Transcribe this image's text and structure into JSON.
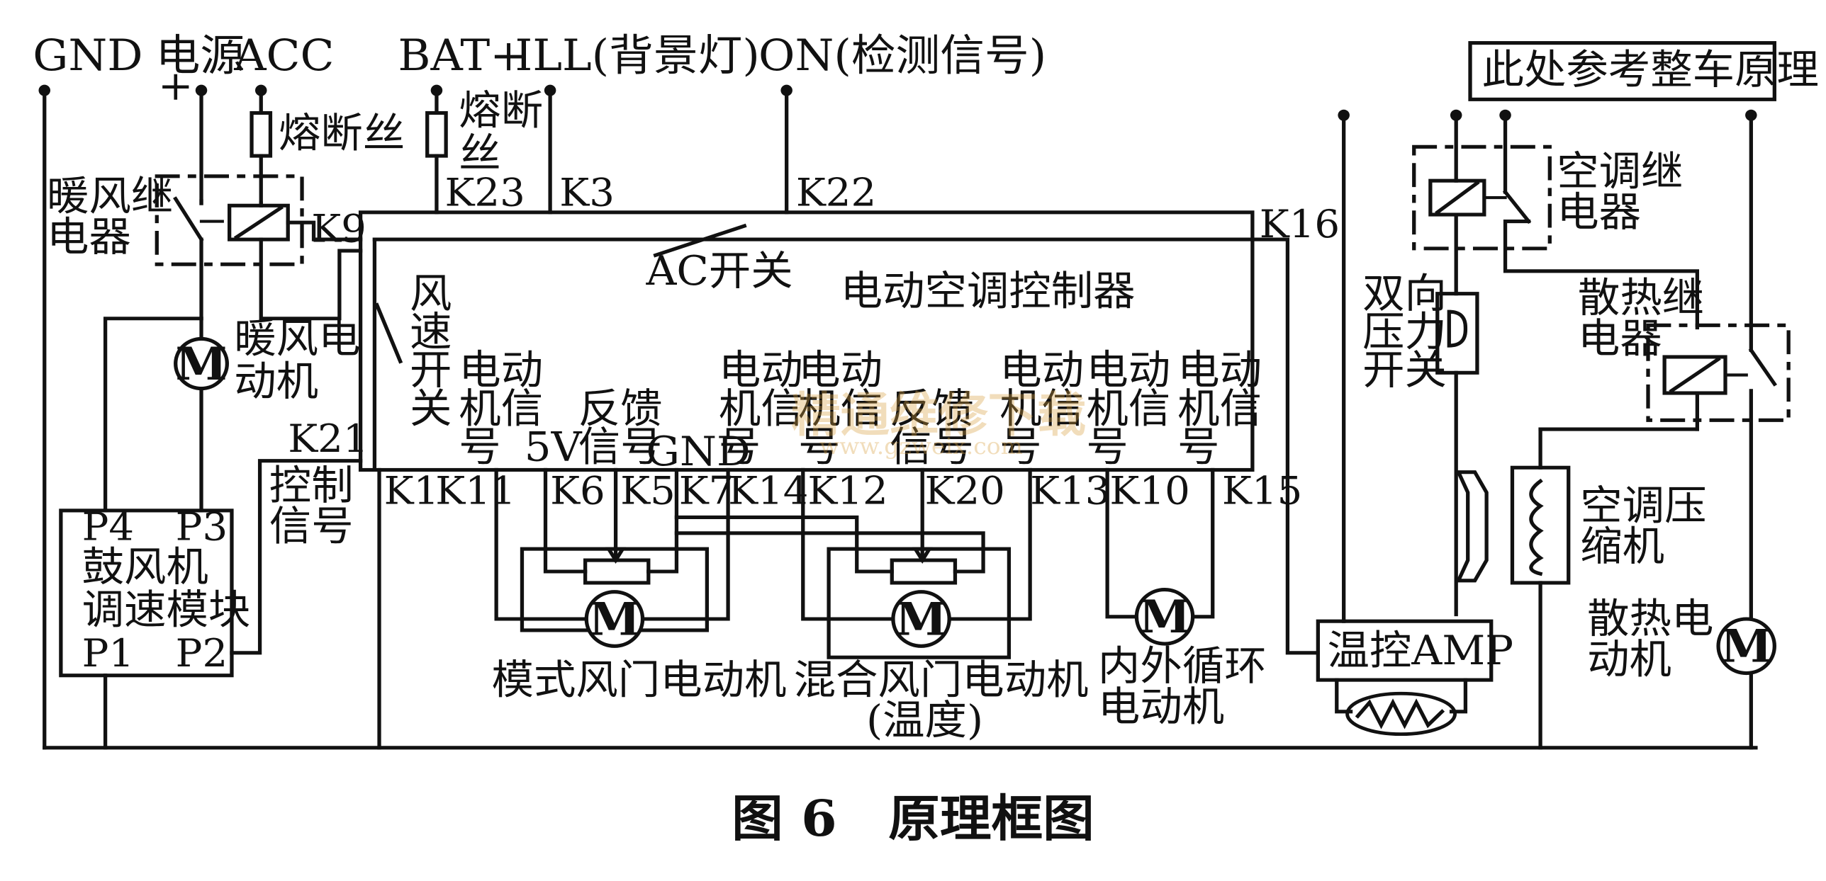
{
  "top_terminals": {
    "gnd": "GND",
    "power": "电源",
    "power_plus": "+",
    "acc": "ACC",
    "bat": "BAT+",
    "ill": "ILL(背景灯)",
    "on": "ON(检测信号)"
  },
  "reference_note": "此处参考整车原理",
  "fuse_label_1": "熔断丝",
  "fuse_label_2a": "熔断",
  "fuse_label_2b": "丝",
  "heater_relay": [
    "暖风继",
    "电器"
  ],
  "heater_motor": [
    "暖风电",
    "动机"
  ],
  "controller_title": "电动空调控制器",
  "ac_switch": "AC开关",
  "fan_speed_switch": [
    "风",
    "速",
    "开",
    "关"
  ],
  "signals": {
    "motor_signal_1": [
      "电动",
      "机信",
      "号"
    ],
    "feedback_5v": "5V",
    "feedback": [
      "反馈",
      "信号"
    ],
    "gnd": "GND",
    "motor_signal_2": [
      "电动",
      "机信",
      "号"
    ],
    "motor_signal_3": [
      "电动",
      "机信",
      "号"
    ],
    "feedback_2": [
      "反馈",
      "信号"
    ],
    "motor_signal_4": [
      "电动",
      "机信",
      "号"
    ],
    "motor_signal_5": [
      "电动",
      "机信",
      "号"
    ],
    "motor_signal_6": [
      "电动",
      "机信",
      "号"
    ]
  },
  "pins": {
    "k1": "K1",
    "k3": "K3",
    "k5": "K5",
    "k6": "K6",
    "k7": "K7",
    "k9": "K9",
    "k10": "K10",
    "k11": "K11",
    "k12": "K12",
    "k13": "K13",
    "k14": "K14",
    "k15": "K15",
    "k16": "K16",
    "k20": "K20",
    "k21": "K21",
    "k22": "K22",
    "k23": "K23"
  },
  "control_signal": [
    "控制",
    "信号"
  ],
  "blower_module": {
    "name": [
      "鼓风机",
      "调速模块"
    ],
    "p1": "P1",
    "p2": "P2",
    "p3": "P3",
    "p4": "P4"
  },
  "mode_door_motor": "模式风门电动机",
  "blend_door_motor": [
    "混合风门电动机",
    "(温度)"
  ],
  "recirc_motor": [
    "内外循环",
    "电动机"
  ],
  "thermo_amp": "温控AMP",
  "ac_relay": [
    "空调继",
    "电器"
  ],
  "pressure_switch": [
    "双向",
    "压力",
    "开关"
  ],
  "radiator_relay": [
    "散热继",
    "电器"
  ],
  "compressor": [
    "空调压",
    "缩机"
  ],
  "radiator_motor": [
    "散热电",
    "动机"
  ],
  "motor_symbol": "M",
  "caption": "图 6　原理框图",
  "watermark": [
    "精通维修下载",
    "www.gzweix.com"
  ]
}
